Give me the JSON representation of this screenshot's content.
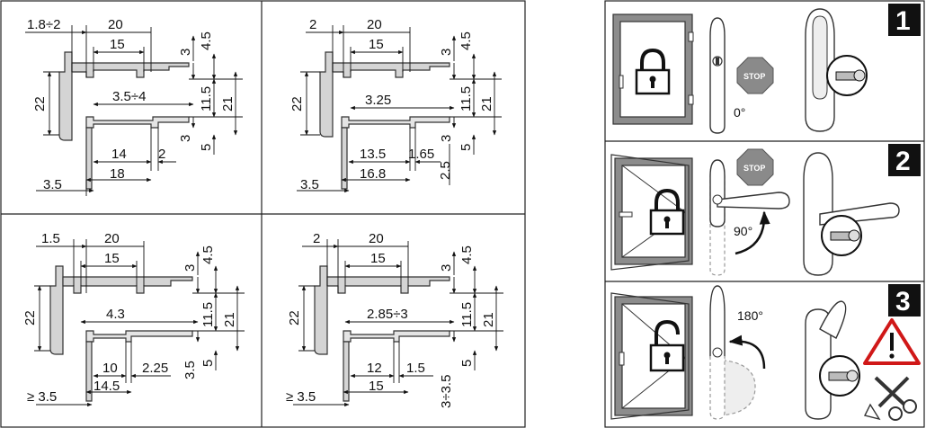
{
  "panel_a": {
    "d_top_small": "1.8÷2",
    "d_top_width": "20",
    "d_top_inner": "15",
    "d_right_3": "3",
    "d_right_45": "4.5",
    "d_left_22": "22",
    "d_mid": "3.5÷4",
    "d_right_115": "11.5",
    "d_right_21": "21",
    "d_bot_14": "14",
    "d_bot_2": "2",
    "d_right_3b": "3",
    "d_right_5": "5",
    "d_bot_18": "18",
    "d_bot_35": "3.5"
  },
  "panel_b": {
    "d_top_small": "2",
    "d_top_width": "20",
    "d_top_inner": "15",
    "d_right_3": "3",
    "d_right_45": "4.5",
    "d_left_22": "22",
    "d_mid": "3.25",
    "d_right_115": "11.5",
    "d_right_21": "21",
    "d_bot_135": "13.5",
    "d_bot_165": "1.65",
    "d_right_3b": "3",
    "d_right_5": "5",
    "d_bot_168": "16.8",
    "d_bot_35": "3.5",
    "d_right_25": "2.5"
  },
  "panel_c": {
    "d_top_small": "1.5",
    "d_top_width": "20",
    "d_top_inner": "15",
    "d_right_3": "3",
    "d_right_45": "4.5",
    "d_left_22": "22",
    "d_mid": "4.3",
    "d_right_115": "11.5",
    "d_right_21": "21",
    "d_bot_10": "10",
    "d_bot_225": "2.25",
    "d_right_35": "3.5",
    "d_right_5": "5",
    "d_bot_145": "14.5",
    "d_bot_35": "≥ 3.5"
  },
  "panel_d": {
    "d_top_small": "2",
    "d_top_width": "20",
    "d_top_inner": "15",
    "d_right_3": "3",
    "d_right_45": "4.5",
    "d_left_22": "22",
    "d_mid": "2.85÷3",
    "d_right_115": "11.5",
    "d_right_21": "21",
    "d_bot_12": "12",
    "d_bot_15": "1.5",
    "d_right_335": "3÷3.5",
    "d_right_5": "5",
    "d_bot_15b": "15",
    "d_bot_35": "≥ 3.5"
  },
  "steps": [
    {
      "number": "1",
      "angle": "0°",
      "stop_label": "STOP"
    },
    {
      "number": "2",
      "angle": "90°",
      "stop_label": "STOP"
    },
    {
      "number": "3",
      "angle": "180°"
    }
  ],
  "colors": {
    "frame_gray": "#8c8c8c",
    "light_gray": "#d9d9d9",
    "warning_red": "#d01818",
    "stop_gray": "#8a8a8a"
  }
}
